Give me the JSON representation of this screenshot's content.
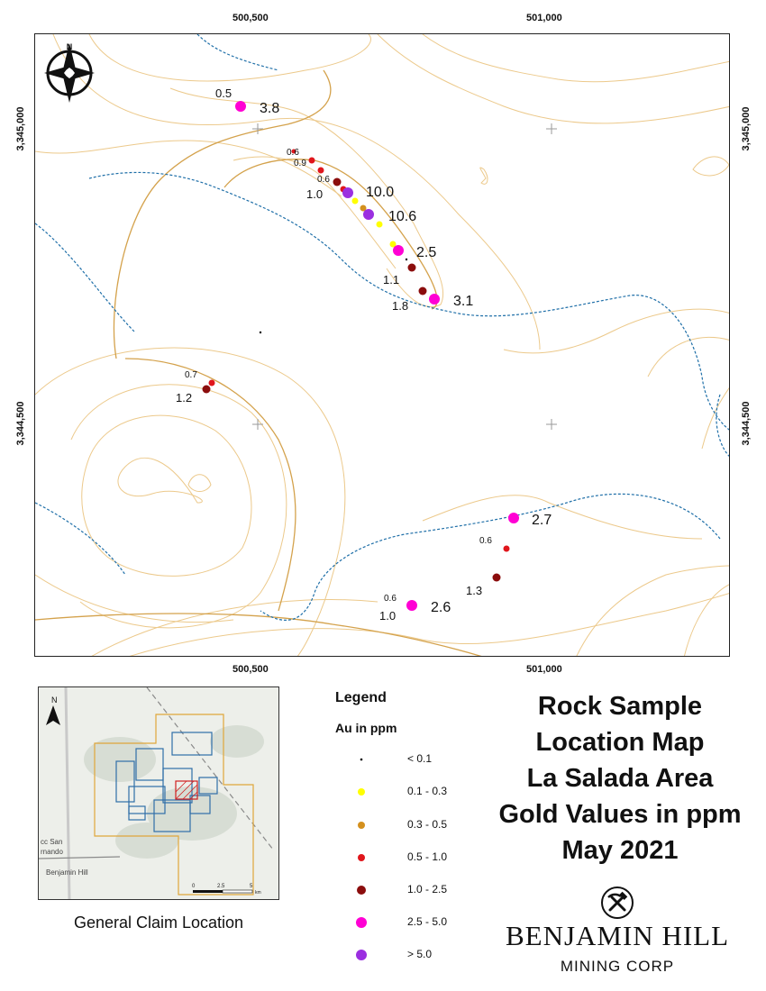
{
  "axes": {
    "top": [
      "500,500",
      "501,000"
    ],
    "bottom": [
      "500,500",
      "501,000"
    ],
    "left": [
      "3,345,000",
      "3,344,500"
    ],
    "right": [
      "3,345,000",
      "3,344,500"
    ]
  },
  "legend": {
    "title": "Legend",
    "subtitle": "Au in ppm",
    "items": [
      {
        "label": "< 0.1",
        "color": "#000000"
      },
      {
        "label": "0.1 - 0.3",
        "color": "#ffff00"
      },
      {
        "label": "0.3 - 0.5",
        "color": "#d4901e"
      },
      {
        "label": "0.5 - 1.0",
        "color": "#e0161c"
      },
      {
        "label": "1.0 - 2.5",
        "color": "#8b0d0d"
      },
      {
        "label": "2.5 - 5.0",
        "color": "#ff00d4"
      },
      {
        "label": "> 5.0",
        "color": "#9b2fe0"
      }
    ]
  },
  "title_lines": [
    "Rock Sample",
    "Location Map",
    "La Salada Area",
    "Gold Values in ppm",
    "May 2021"
  ],
  "inset": {
    "caption": "General Claim Location",
    "north": "N",
    "place_labels": [
      "cc San",
      "rnando",
      "Benjamin Hill"
    ],
    "scale": [
      "0",
      "2.5",
      "5"
    ],
    "scale_unit": "km"
  },
  "company": {
    "name": "BENJAMIN HILL",
    "sub": "MINING CORP"
  },
  "samples": [
    {
      "label": "0.5",
      "value": "3.8"
    },
    {
      "label": "0.6",
      "value": ""
    },
    {
      "label": "0.9",
      "value": ""
    },
    {
      "label": "0.6",
      "value": ""
    },
    {
      "label": "1.0",
      "value": "10.0"
    },
    {
      "label": "",
      "value": "10.6"
    },
    {
      "label": "",
      "value": "2.5"
    },
    {
      "label": "1.1",
      "value": ""
    },
    {
      "label": "1.8",
      "value": "3.1"
    },
    {
      "label": "0.7",
      "value": ""
    },
    {
      "label": "1.2",
      "value": ""
    },
    {
      "label": "",
      "value": "2.7"
    },
    {
      "label": "0.6",
      "value": ""
    },
    {
      "label": "1.3",
      "value": ""
    },
    {
      "label": "0.6",
      "value": ""
    },
    {
      "label": "1.0",
      "value": "2.6"
    }
  ]
}
